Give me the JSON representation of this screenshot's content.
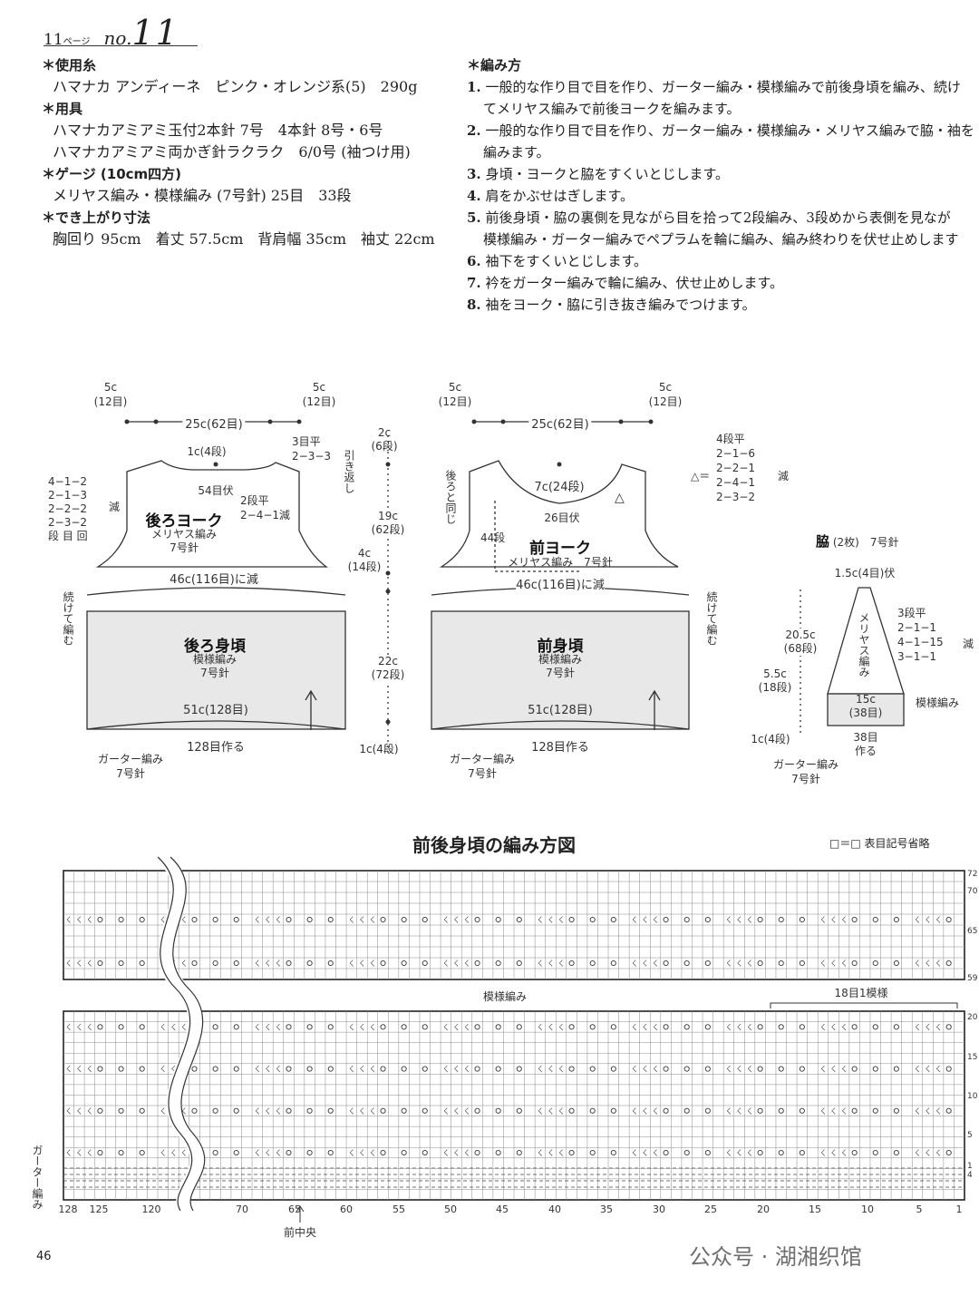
{
  "header": {
    "page": "11",
    "page_suffix": "ページ",
    "no_label": "no.",
    "no_value": "11"
  },
  "materials": {
    "yarn_h": "＊使用糸",
    "yarn": "ハマナカ アンディーネ　ピンク・オレンジ系(5)　290g",
    "tools_h": "＊用具",
    "tools1": "ハマナカアミアミ玉付2本針 7号　4本針 8号・6号",
    "tools2": "ハマナカアミアミ両かぎ針ラクラク　6/0号 (袖つけ用)",
    "gauge_h": "＊ゲージ (10cm四方)",
    "gauge": "メリヤス編み・模様編み (7号針) 25目　33段",
    "size_h": "＊でき上がり寸法",
    "size": "胸回り 95cm　着丈 57.5cm　背肩幅 35cm　袖丈 22cm"
  },
  "steps": {
    "heading": "＊編み方",
    "items": [
      {
        "n": "1.",
        "t": "一般的な作り目で目を作り、ガーター編み・模様編みで前後身頃を編み、続け",
        "t2": "てメリヤス編みで前後ヨークを編みます。"
      },
      {
        "n": "2.",
        "t": "一般的な作り目で目を作り、ガーター編み・模様編み・メリヤス編みで脇・袖を",
        "t2": "編みます。"
      },
      {
        "n": "3.",
        "t": "身頃・ヨークと脇をすくいとじします。",
        "t2": ""
      },
      {
        "n": "4.",
        "t": "肩をかぶせはぎします。",
        "t2": ""
      },
      {
        "n": "5.",
        "t": "前後身頃・脇の裏側を見ながら目を拾って2段編み、3段めから表側を見なが",
        "t2": "模様編み・ガーター編みでペプラムを輪に編み、編み終わりを伏せ止めします"
      },
      {
        "n": "6.",
        "t": "袖下をすくいとじします。",
        "t2": ""
      },
      {
        "n": "7.",
        "t": "衿をガーター編みで輪に編み、伏せ止めします。",
        "t2": ""
      },
      {
        "n": "8.",
        "t": "袖をヨーク・脇に引き抜き編みでつけます。",
        "t2": ""
      }
    ]
  },
  "back": {
    "yoke_title": "後ろヨーク",
    "yoke_sub1": "メリヤス編み",
    "yoke_sub2": "7号針",
    "body_title": "後ろ身頃",
    "body_sub1": "模様編み",
    "body_sub2": "7号針",
    "shoulder_l": "5c",
    "shoulder_l_st": "(12目)",
    "shoulder_r": "5c",
    "shoulder_r_st": "(12目)",
    "neck_w": "25c(62目)",
    "neck_depth": "1c(4段)",
    "neck_st": "54目伏",
    "sr1": "3目平",
    "sr2": "2−3−3",
    "sr_note": "引き返し",
    "arm1": "2段平",
    "arm2": "2−4−1減",
    "dec": [
      "4−1−2",
      "2−1−3",
      "2−2−2",
      "2−3−2",
      "段 目 回"
    ],
    "dec_label": "減",
    "yoke_w": "46c(116目)に減",
    "body_w": "51c(128目)",
    "cast": "128目作る",
    "garter1": "ガーター編み",
    "garter2": "7号針",
    "cont": "続けて編む"
  },
  "side_measures": {
    "a": "2c",
    "a_r": "(6段)",
    "b": "19c",
    "b_r": "(62段)",
    "c": "4c",
    "c_r": "(14段)",
    "d": "22c",
    "d_r": "(72段)",
    "e": "1c(4段)"
  },
  "front": {
    "yoke_title": "前ヨーク",
    "yoke_sub": "メリヤス編み　7号針",
    "body_title": "前身頃",
    "body_sub1": "模様編み",
    "body_sub2": "7号針",
    "shoulder_l": "5c",
    "shoulder_l_st": "(12目)",
    "shoulder_r": "5c",
    "shoulder_r_st": "(12目)",
    "neck_w": "25c(62目)",
    "neck_d": "7c(24段)",
    "neck_st": "26目伏",
    "rows": "44段",
    "same_as_back": "後ろと同じ",
    "yoke_w": "46c(116目)に減",
    "body_w": "51c(128目)",
    "cast": "128目作る",
    "garter1": "ガーター編み",
    "garter2": "7号針",
    "cont": "続けて編む"
  },
  "triangle": {
    "label": "△＝",
    "lines": [
      "4段平",
      "2−1−6",
      "2−2−1",
      "2−4−1",
      "2−3−2"
    ],
    "dec": "減"
  },
  "side": {
    "title": "脇",
    "sub": "(2枚)　7号針",
    "top": "1.5c(4目)伏",
    "stitch": "メリヤス編み",
    "h1": "20.5c",
    "h1r": "(68段)",
    "h2": "5.5c",
    "h2r": "(18段)",
    "h3": "1c(4段)",
    "dec": [
      "3段平",
      "2−1−1",
      "4−1−15",
      "3−1−1"
    ],
    "dec_label": "減",
    "pattern": "模様編み",
    "w": "15c",
    "w_st": "(38目)",
    "cast": "38目",
    "cast2": "作る",
    "garter1": "ガーター編み",
    "garter2": "7号針"
  },
  "chart": {
    "title": "前後身頃の編み方図",
    "legend": "□＝□ 表目記号省略",
    "pattern_label": "模様編み",
    "repeat_label": "18目1模様",
    "garter_label": "ガーター編み",
    "center_label": "前中央",
    "x_ticks": [
      "128",
      "125",
      "120",
      "70",
      "65",
      "60",
      "55",
      "50",
      "45",
      "40",
      "35",
      "30",
      "25",
      "20",
      "15",
      "10",
      "5",
      "1"
    ],
    "row_ticks_top": [
      "72",
      "70",
      "65",
      "59"
    ],
    "row_ticks_bottom": [
      "20",
      "15",
      "10",
      "5",
      "1",
      "4"
    ]
  },
  "footer": {
    "page_number": "46",
    "watermark": "公众号 · 湖湘织馆"
  }
}
